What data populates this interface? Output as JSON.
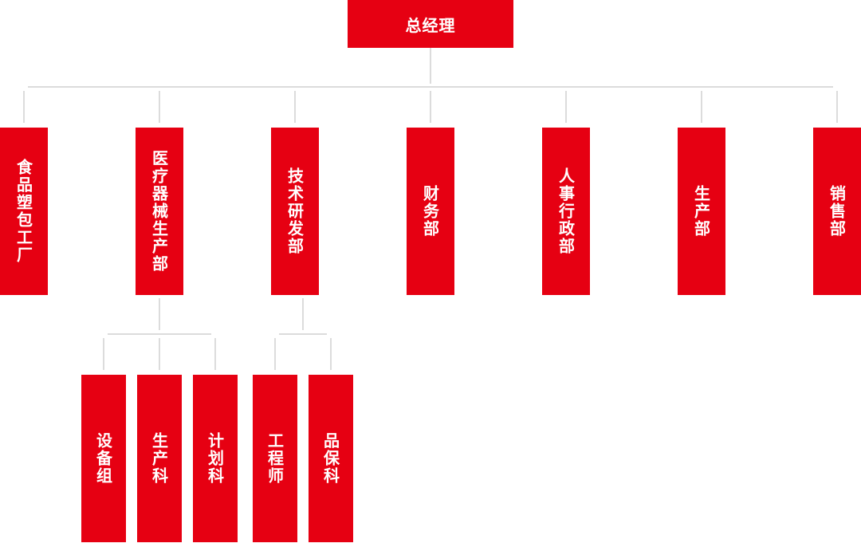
{
  "chart": {
    "root": "总经理",
    "departments": [
      "食品塑包工厂",
      "医疗器械生产部",
      "技术研发部",
      "财务部",
      "人事行政部",
      "生产部",
      "销售部"
    ],
    "medical_subunits": [
      "设备组",
      "生产科",
      "计划科"
    ],
    "rnd_subunits": [
      "工程师",
      "品保科"
    ]
  },
  "colors": {
    "box": "#e60012",
    "text": "#ffffff",
    "connector": "#dcdcdc"
  }
}
